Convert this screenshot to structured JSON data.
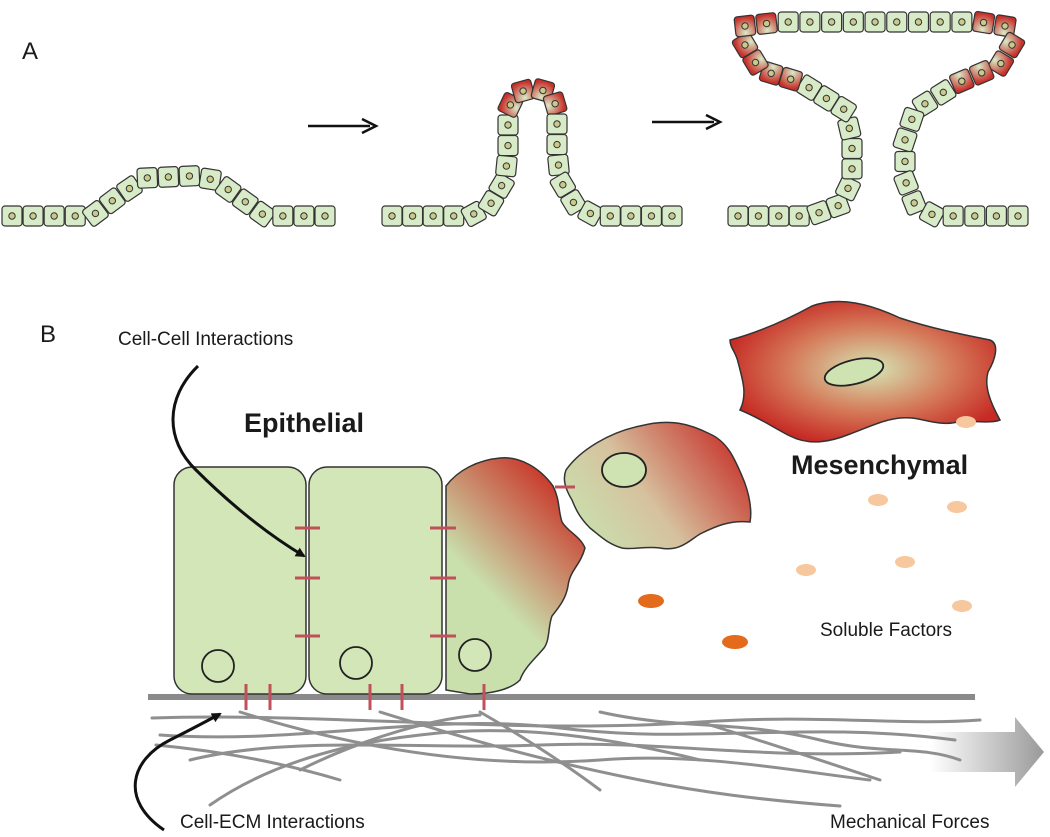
{
  "panels": {
    "a": "A",
    "b": "B"
  },
  "labels": {
    "cell_cell": "Cell-Cell Interactions",
    "epithelial": "Epithelial",
    "mesenchymal": "Mesenchymal",
    "soluble": "Soluble Factors",
    "cell_ecm": "Cell-ECM Interactions",
    "mechanical": "Mechanical Forces"
  },
  "colors": {
    "cell_fill": "#d8ebc8",
    "cell_stroke": "#333333",
    "emt_red": "#c8312a",
    "epithelial_green": "#d3e6b8",
    "junction": "#c0505a",
    "membrane": "#8a8a8a",
    "fiber": "#8f8f8f",
    "factor_light": "#f7c79d",
    "factor_dark": "#e46a1c"
  }
}
